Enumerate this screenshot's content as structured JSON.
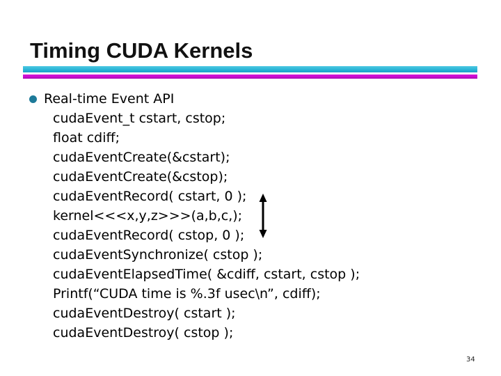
{
  "slide": {
    "title": "Timing CUDA Kernels",
    "page_number": "34",
    "colors": {
      "background": "#ffffff",
      "title_text": "#111111",
      "bar_cyan": "#2ab4d6",
      "bar_magenta": "#cc0fd0",
      "bullet_dot": "#1d7a99",
      "body_text": "#000000",
      "arrow": "#000000"
    },
    "bullet": {
      "label": "Real-time Event API"
    },
    "code_lines": [
      "cudaEvent_t cstart, cstop;",
      "float cdiff;",
      "cudaEventCreate(&cstart);",
      "cudaEventCreate(&cstop);",
      "cudaEventRecord( cstart, 0 );",
      "kernel<<<x,y,z>>>(a,b,c,);",
      "cudaEventRecord( cstop, 0 );",
      "cudaEventSynchronize( cstop );",
      "cudaEventElapsedTime( &cdiff, cstart, cstop );",
      "Printf(“CUDA time is %.3f usec\\n”, cdiff);",
      "cudaEventDestroy( cstart );",
      "cudaEventDestroy( cstop );"
    ],
    "arrow_meaning": "kernel-execution-duration"
  }
}
